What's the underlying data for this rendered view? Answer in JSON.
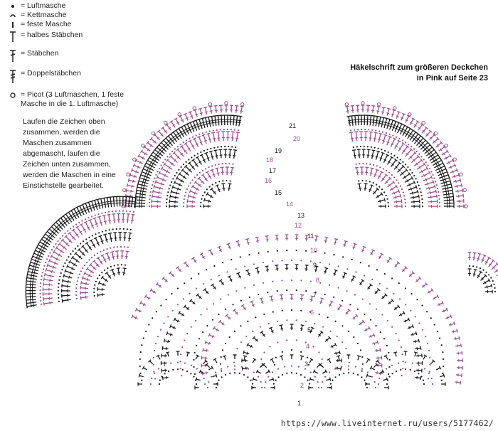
{
  "legend": [
    {
      "symbol": "chain-stitch",
      "label": "= Luftmasche"
    },
    {
      "symbol": "slip-stitch",
      "label": "= Kettmasche"
    },
    {
      "symbol": "single-crochet",
      "label": "= feste Masche"
    },
    {
      "symbol": "half-double-crochet",
      "label": "= halbes Stäbchen"
    },
    {
      "symbol": "double-crochet",
      "label": "= Stäbchen"
    },
    {
      "symbol": "treble-crochet",
      "label": "= Doppelstäbchen"
    },
    {
      "symbol": "picot",
      "label": "= Picot (3 Luftmaschen, 1 feste Masche in die 1. Luftmasche)"
    }
  ],
  "explanation": "Laufen die Zeichen oben zusammen, werden die Maschen zusammen abgemascht, laufen die Zeichen unten zusammen, werden die Maschen in eine Einstichstelle gearbeitet.",
  "title": "Häkelschrift zum größeren Deckchen in Pink auf Seite 23",
  "row_numbers": [
    "1",
    "2",
    "3",
    "4",
    "5",
    "6",
    "7",
    "8",
    "9",
    "10",
    "11",
    "12",
    "13",
    "14",
    "15",
    "16",
    "17",
    "18",
    "19",
    "20",
    "21"
  ],
  "watermark": "https://www.liveinternet.ru/users/5177462/",
  "colors": {
    "black_rows": "#1a1a1a",
    "pink_rows": "#9c4f8e",
    "background": "#ffffff"
  }
}
